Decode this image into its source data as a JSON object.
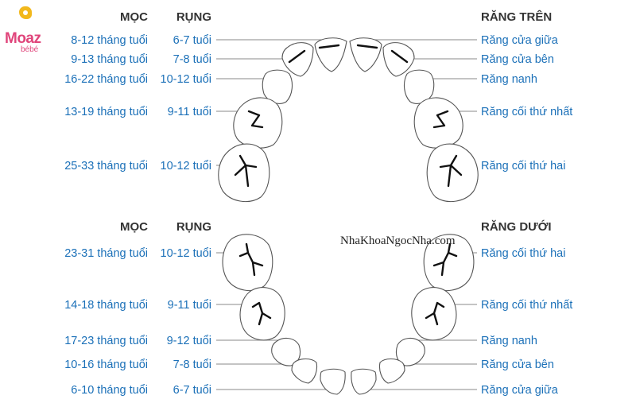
{
  "logo": {
    "main": "Moaz",
    "sub": "bébé",
    "accent": "#e0457b",
    "mark_color": "#f2b81c"
  },
  "upper": {
    "header_erupt": "MỌC",
    "header_shed": "RỤNG",
    "title": "RĂNG TRÊN",
    "rows": [
      {
        "erupt": "8-12 tháng tuổi",
        "shed": "6-7 tuổi",
        "tooth": "Răng cửa giữa"
      },
      {
        "erupt": "9-13 tháng tuổi",
        "shed": "7-8 tuổi",
        "tooth": "Răng cửa bên"
      },
      {
        "erupt": "16-22 tháng tuổi",
        "shed": "10-12 tuổi",
        "tooth": "Răng nanh"
      },
      {
        "erupt": "13-19 tháng tuổi",
        "shed": "9-11 tuổi",
        "tooth": "Răng cối thứ nhất"
      },
      {
        "erupt": "25-33 tháng tuổi",
        "shed": "10-12 tuổi",
        "tooth": "Răng cối thứ hai"
      }
    ]
  },
  "lower": {
    "header_erupt": "MỌC",
    "header_shed": "RỤNG",
    "title": "RĂNG DƯỚI",
    "rows": [
      {
        "erupt": "23-31 tháng tuổi",
        "shed": "10-12 tuổi",
        "tooth": "Răng cối thứ hai"
      },
      {
        "erupt": "14-18 tháng tuổi",
        "shed": "9-11 tuổi",
        "tooth": "Răng cối thứ nhất"
      },
      {
        "erupt": "17-23 tháng tuổi",
        "shed": "9-12 tuổi",
        "tooth": "Răng nanh"
      },
      {
        "erupt": "10-16 tháng tuổi",
        "shed": "7-8 tuổi",
        "tooth": "Răng cửa bên"
      },
      {
        "erupt": "6-10 tháng tuổi",
        "shed": "6-7 tuổi",
        "tooth": "Răng cửa giữa"
      }
    ]
  },
  "watermark": "NhaKhoaNgocNha.com",
  "colors": {
    "label": "#1b70b8",
    "header": "#333333",
    "outline": "#555555",
    "leader": "#8a8a8a"
  }
}
